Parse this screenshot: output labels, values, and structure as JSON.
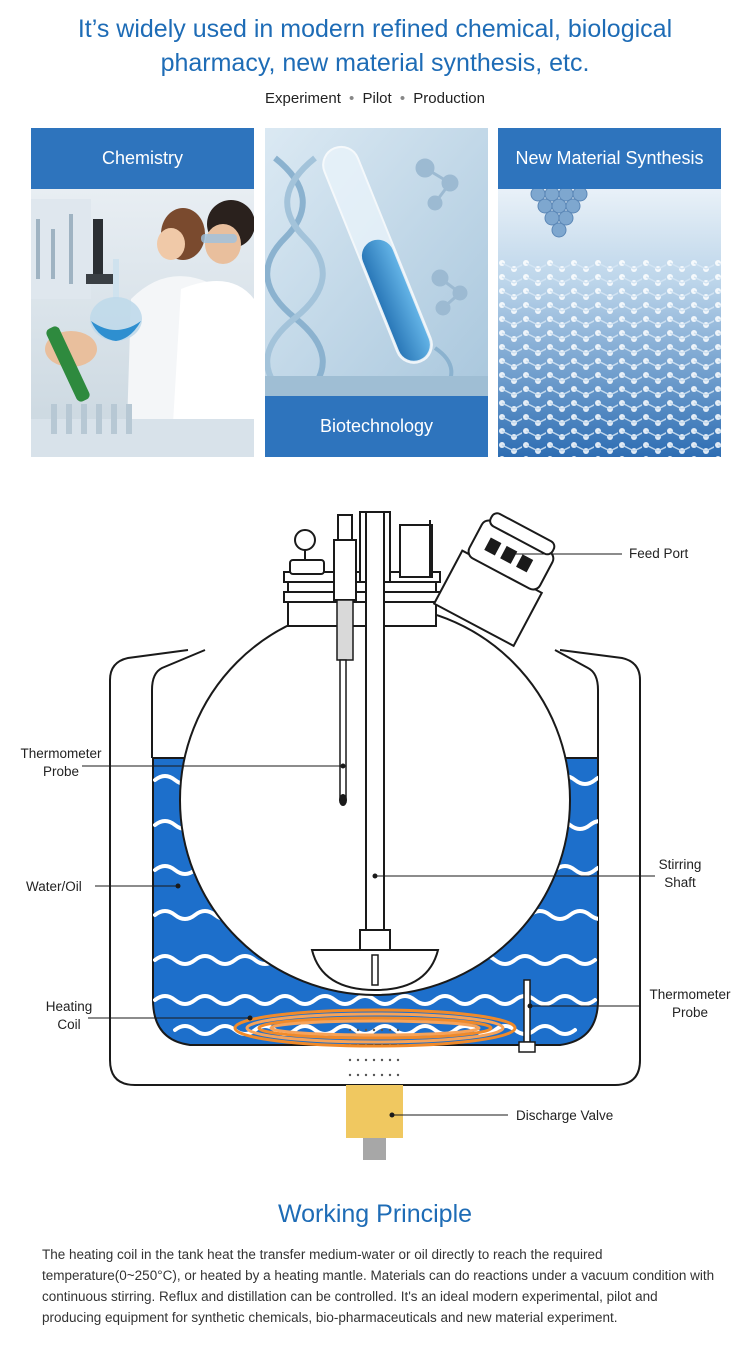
{
  "header": {
    "headline_line1": "It’s widely used in modern refined chemical, biological",
    "headline_line2": "pharmacy, new material synthesis, etc.",
    "stages": [
      "Experiment",
      "Pilot",
      "Production"
    ],
    "separator": "•"
  },
  "cards": [
    {
      "label": "Chemistry",
      "image": "scientists-with-flask-photo"
    },
    {
      "label": "Biotechnology",
      "image": "dna-test-tube-photo"
    },
    {
      "label": "New Material Synthesis",
      "image": "molecular-lattice-photo"
    }
  ],
  "diagram": {
    "callouts": {
      "feed_port": "Feed Port",
      "thermometer_probe_left_1": "Thermometer",
      "thermometer_probe_left_2": "Probe",
      "water_oil": "Water/Oil",
      "stirring_shaft_1": "Stirring",
      "stirring_shaft_2": "Shaft",
      "heating_coil_1": "Heating",
      "heating_coil_2": "Coil",
      "thermometer_probe_right_1": "Thermometer",
      "thermometer_probe_right_2": "Probe",
      "discharge_valve": "Discharge Valve"
    },
    "colors": {
      "water": "#1d6fcb",
      "coil": "#f08a2a",
      "valve": "#f0c860",
      "accent": "#1e6cb6"
    }
  },
  "working_principle": {
    "title": "Working Principle",
    "body": "The heating coil in the tank heat the transfer medium-water or oil directly to reach the required temperature(0~250°C), or heated by a heating mantle. Materials can do reactions under a vacuum condition with continuous stirring. Reflux and distillation can be controlled. It's an ideal modern experimental, pilot and producing equipment for synthetic chemicals, bio-pharmaceuticals and new material experiment."
  }
}
